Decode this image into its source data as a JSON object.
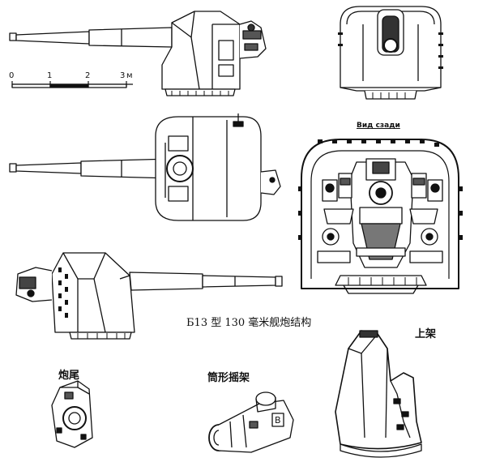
{
  "scale_bar": {
    "ticks": [
      "0",
      "1",
      "2",
      "3",
      "м"
    ]
  },
  "caption": "Б13 型 130 毫米舰炮结构",
  "labels": {
    "rear_view_title": "Вид сзади",
    "breech": "炮尾",
    "cradle": "筒形摇架",
    "upper_mount": "上架"
  },
  "colors": {
    "ink": "#111111",
    "paper": "#ffffff"
  }
}
